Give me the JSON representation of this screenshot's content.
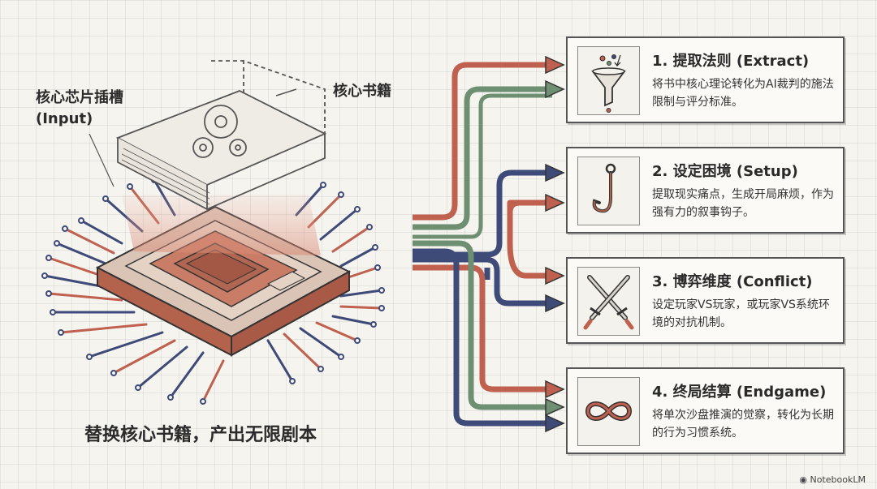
{
  "diagram": {
    "left": {
      "slot_label_line1": "核心芯片插槽",
      "slot_label_line2": "(Input)",
      "book_label": "核心书籍",
      "caption": "替换核心书籍，产出无限剧本"
    },
    "steps": [
      {
        "title": "1. 提取法则 (Extract)",
        "desc": "将书中核心理论转化为AI裁判的施法限制与评分标准。",
        "icon": "funnel-icon"
      },
      {
        "title": "2. 设定困境 (Setup)",
        "desc": "提取现实痛点，生成开局麻烦，作为强有力的叙事钩子。",
        "icon": "hook-icon"
      },
      {
        "title": "3. 博弈维度 (Conflict)",
        "desc": "设定玩家VS玩家，或玩家VS系统环境的对抗机制。",
        "icon": "crossed-swords-icon"
      },
      {
        "title": "4. 终局结算 (Endgame)",
        "desc": "将单次沙盘推演的觉察，转化为长期的行为习惯系统。",
        "icon": "infinity-icon"
      }
    ],
    "brand": "NotebookLM",
    "colors": {
      "red": "#c0604e",
      "green": "#6f8f72",
      "blue": "#3e4a78",
      "copper": "#c87a62"
    }
  }
}
